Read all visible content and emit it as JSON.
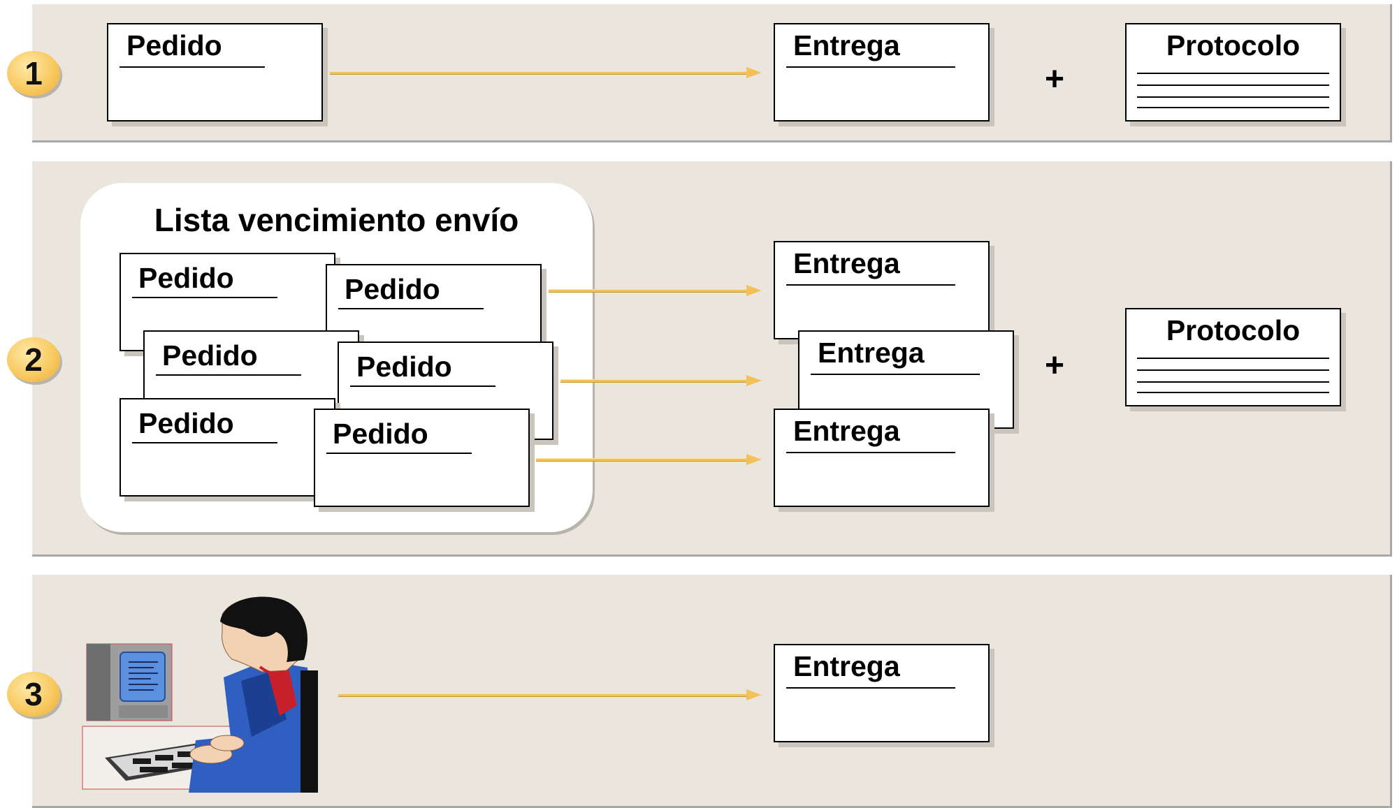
{
  "rows": [
    {
      "number": "1"
    },
    {
      "number": "2"
    },
    {
      "number": "3"
    }
  ],
  "labels": {
    "order": "Pedido",
    "delivery": "Entrega",
    "protocol": "Protocolo",
    "plus": "+",
    "due_list": "Lista vencimiento envío"
  },
  "icons": {
    "arrow": "arrow-right-icon",
    "user": "user-at-computer-icon"
  },
  "colors": {
    "band": "#ebe6dd",
    "badge": "#f7c75c",
    "arrow": "#f2c15a"
  }
}
